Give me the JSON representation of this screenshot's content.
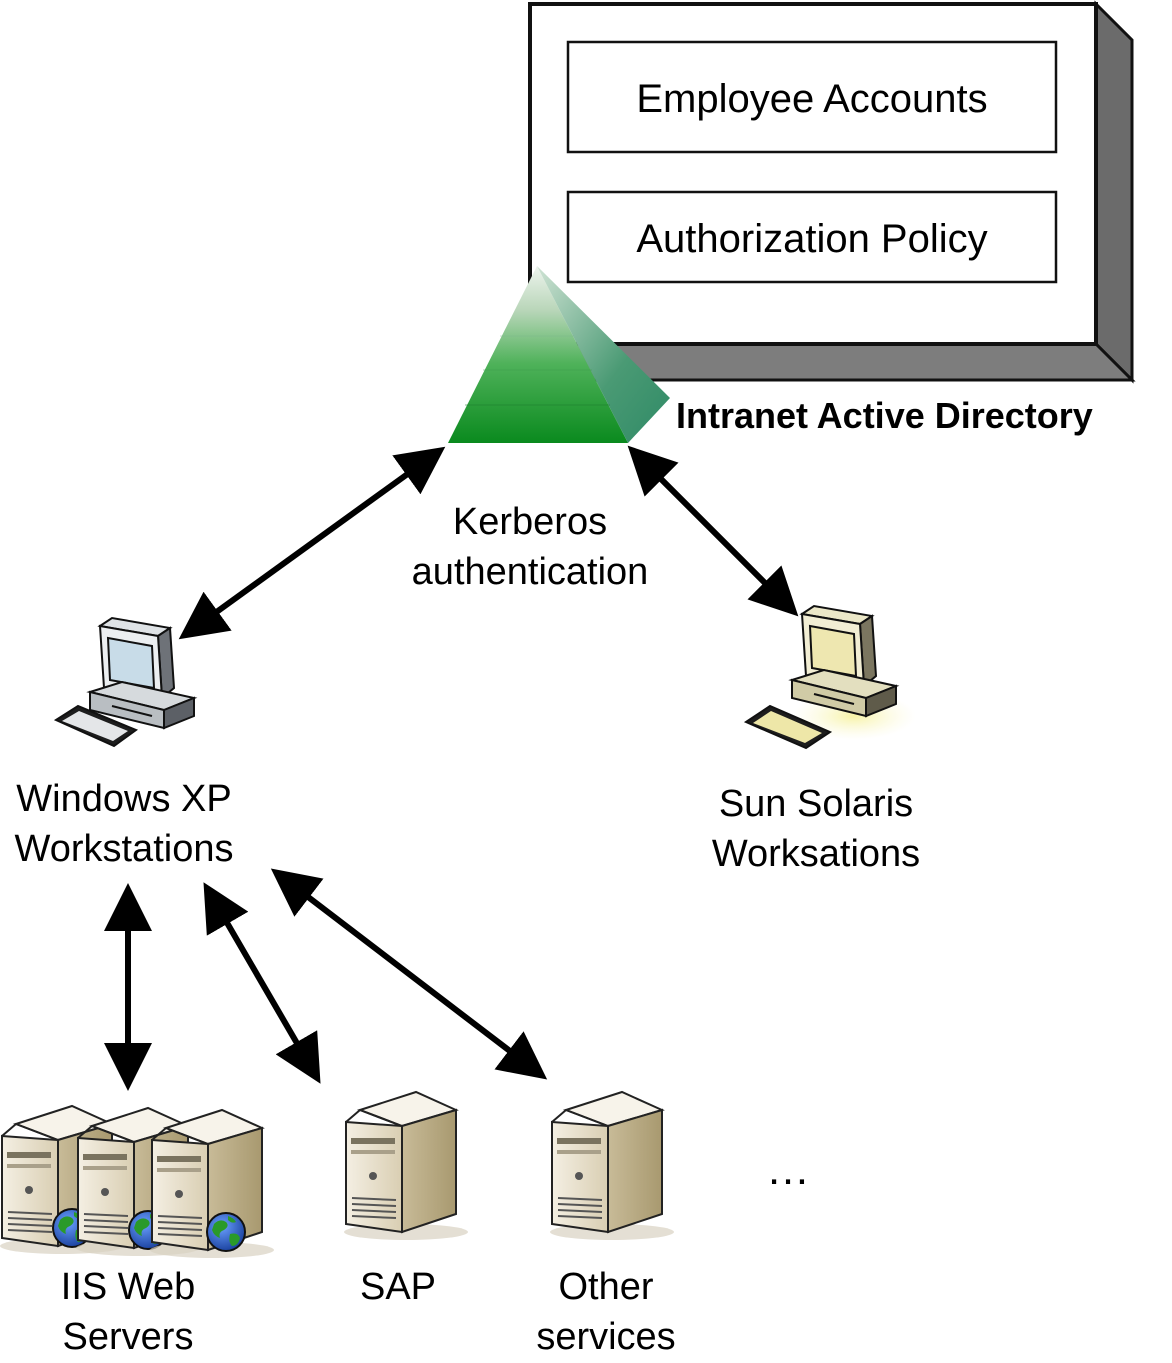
{
  "directory": {
    "title": "Intranet Active Directory",
    "boxes": [
      "Employee Accounts",
      "Authorization Policy"
    ]
  },
  "kerberos": {
    "line1": "Kerberos",
    "line2": "authentication"
  },
  "windows": {
    "line1": "Windows XP",
    "line2": "Workstations"
  },
  "solaris": {
    "line1": "Sun Solaris",
    "line2": "Worksations"
  },
  "iis": {
    "line1": "IIS Web",
    "line2": "Servers"
  },
  "sap": {
    "line1": "SAP"
  },
  "other": {
    "line1": "Other",
    "line2": "services"
  },
  "ellipsis": "…",
  "colors": {
    "pyramid_green": "#0a8a1e",
    "pyramid_light": "#e8f0e8",
    "server_beige": "#e3dac3",
    "monitor_screen": "#c8dce8",
    "solaris_screen": "#eee7b0",
    "solaris_glow": "#f6f3b0",
    "globe_blue": "#1f4fb0",
    "globe_green": "#2a9a2a"
  },
  "icons": [
    "pyramid-icon",
    "windows-workstation-icon",
    "solaris-workstation-icon",
    "server-icon",
    "globe-icon"
  ]
}
